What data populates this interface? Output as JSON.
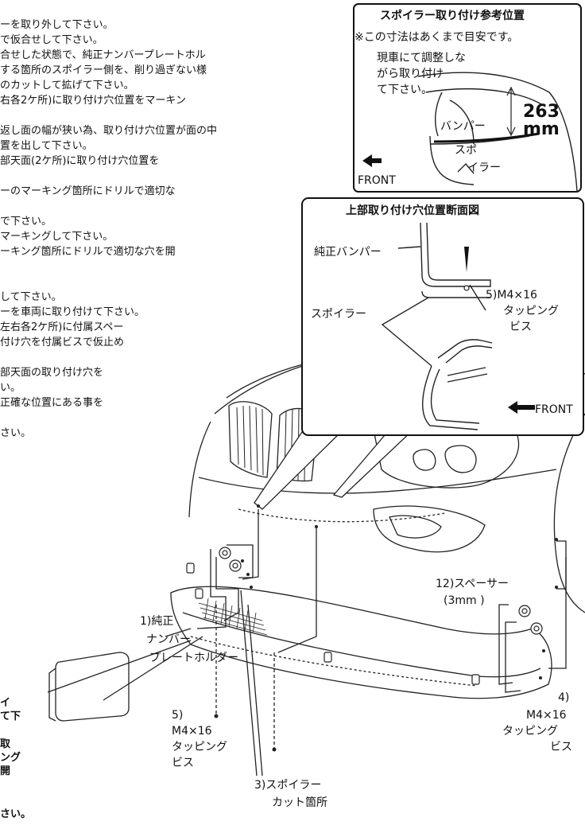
{
  "instructions": [
    "ーを取り外して下さい。",
    "で仮合せして下さい。",
    "合せした状態で、純正ナンバープレートホル",
    "する箇所のスポイラー側を、削り過ぎない様",
    "のカットして拡げて下さい。",
    "右各2ケ所)に取り付け穴位置をマーキン",
    "",
    "返し面の幅が狭い為、取り付け穴位置が面の中",
    "置を出して下さい。",
    "部天面(2ケ所)に取り付け穴位置を",
    "",
    "ーのマーキング箇所にドリルで適切な",
    "",
    "で下さい。",
    "マーキングして下さい。",
    "ーキング箇所にドリルで適切な穴を開",
    "",
    "",
    "して下さい。",
    "ーを車両に取り付けて下さい。",
    "左右各2ケ所)に付属スペー",
    "付け穴を付属ビスで仮止め",
    "",
    "部天面の取り付け穴を",
    "い。",
    "正確な位置にある事を",
    "",
    "さい。"
  ],
  "side_fragments": [
    "イ",
    "て下",
    "取",
    "ング",
    "開",
    "さい。"
  ],
  "ref_box": {
    "title": "スポイラー取り付け参考位置",
    "note": "※この寸法はあくまで目安です。",
    "adjust": [
      "現車にて調整しな",
      "がら取り付け",
      "て下さい。"
    ],
    "dimension_value": "263",
    "dimension_unit": "mm",
    "bumper_label": "バンパー",
    "spoiler_label": [
      "スポ",
      "イラー"
    ],
    "front_label": "FRONT"
  },
  "section_box": {
    "title": "上部取り付け穴位置断面図",
    "bumper_label": "純正バンパー",
    "spoiler_label": "スポイラー",
    "screw_label": [
      "5)M4×16",
      "タッピング",
      "ビス"
    ],
    "front_label": "FRONT"
  },
  "callouts": {
    "plate_holder": [
      "1)純正",
      "ナンバー",
      "プレートホルダー"
    ],
    "spacer": [
      "12)スペーサー",
      "(3mm )"
    ],
    "screw_left": [
      "5)",
      "M4×16",
      "タッピング",
      "ビス"
    ],
    "screw_right": [
      "4)",
      "M4×16",
      "タッピング",
      "ビス"
    ],
    "cut_area": [
      "3)スポイラー",
      "カット箇所"
    ]
  }
}
